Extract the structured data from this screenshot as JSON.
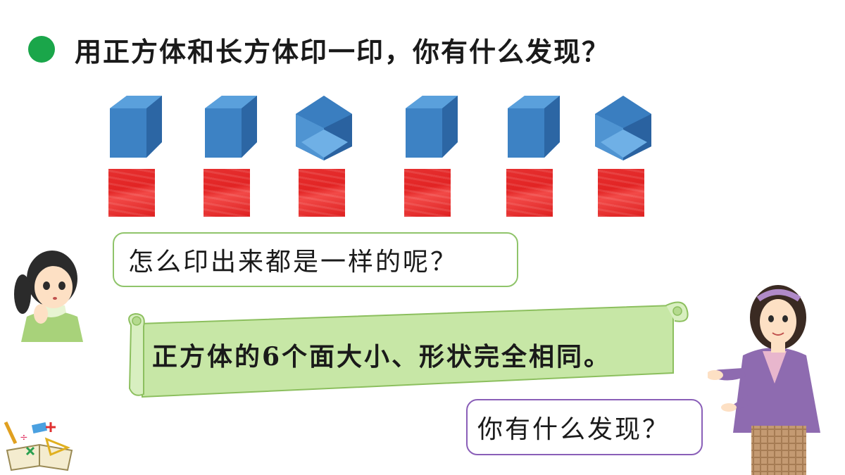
{
  "title": {
    "text": "用正方体和长方体印一印，你有什么发现？",
    "bullet_color": "#1aa64a"
  },
  "shapes": {
    "cube_color": "#3f86c9",
    "stamp_color": "#e63030",
    "columns": [
      {
        "cube_view": "front-top"
      },
      {
        "cube_view": "front-top"
      },
      {
        "cube_view": "corner"
      },
      {
        "cube_view": "front-top"
      },
      {
        "cube_view": "front-top"
      },
      {
        "cube_view": "corner"
      }
    ]
  },
  "girl_bubble": {
    "text": "怎么印出来都是一样的呢？",
    "border_color": "#8fc46a"
  },
  "scroll": {
    "text": "正方体的6个面大小、形状完全相同。",
    "fill_color": "#c7e7a6",
    "border_color": "#8cbf5e"
  },
  "teacher_bubble": {
    "text": "你有什么发现？",
    "border_color": "#8a5fb8"
  },
  "icons": [
    "green-bullet-icon",
    "cube-icon",
    "red-stamp-icon",
    "girl-illustration",
    "teacher-illustration",
    "book-stationery-icon"
  ]
}
